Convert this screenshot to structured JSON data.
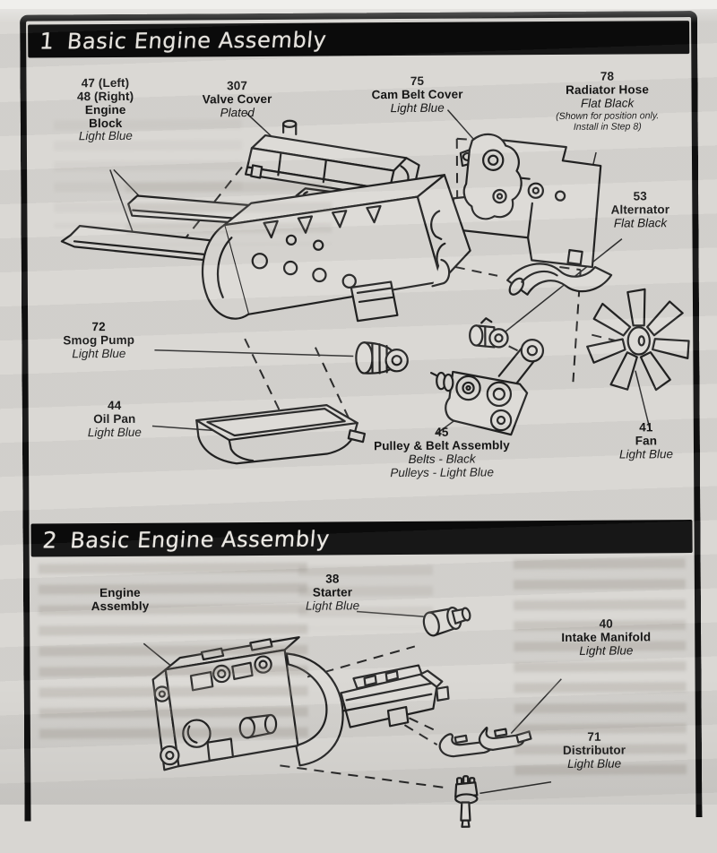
{
  "colors": {
    "paper": "#d8d6d2",
    "ink": "#1a1a1a",
    "header_bar": "#0b0b0b",
    "header_text": "#ece9e4"
  },
  "section1": {
    "number": "1",
    "title": "Basic Engine Assembly",
    "labels": {
      "engine_block": {
        "lines": [
          "47 (Left)",
          "48 (Right)",
          "Engine",
          "Block"
        ],
        "finish": [
          "Light Blue"
        ]
      },
      "valve_cover": {
        "lines": [
          "307",
          "Valve Cover"
        ],
        "finish": [
          "Plated"
        ]
      },
      "cam_belt_cover": {
        "lines": [
          "75",
          "Cam Belt Cover"
        ],
        "finish": [
          "Light Blue"
        ]
      },
      "radiator_hose": {
        "lines": [
          "78",
          "Radiator Hose"
        ],
        "finish": [
          "Flat Black"
        ],
        "note": [
          "(Shown for position only.",
          "Install in Step 8)"
        ]
      },
      "alternator": {
        "lines": [
          "53",
          "Alternator"
        ],
        "finish": [
          "Flat Black"
        ]
      },
      "smog_pump": {
        "lines": [
          "72",
          "Smog Pump"
        ],
        "finish": [
          "Light Blue"
        ]
      },
      "oil_pan": {
        "lines": [
          "44",
          "Oil Pan"
        ],
        "finish": [
          "Light Blue"
        ]
      },
      "pulley_belt_assembly": {
        "lines": [
          "45",
          "Pulley & Belt Assembly"
        ],
        "finish": [
          "Belts - Black",
          "Pulleys - Light Blue"
        ]
      },
      "fan": {
        "lines": [
          "41",
          "Fan"
        ],
        "finish": [
          "Light Blue"
        ]
      }
    }
  },
  "section2": {
    "number": "2",
    "title": "Basic Engine Assembly",
    "labels": {
      "engine_assembly": {
        "lines": [
          "Engine",
          "Assembly"
        ]
      },
      "starter": {
        "lines": [
          "38",
          "Starter"
        ],
        "finish": [
          "Light Blue"
        ]
      },
      "intake_manifold": {
        "lines": [
          "40",
          "Intake Manifold"
        ],
        "finish": [
          "Light Blue"
        ]
      },
      "distributor": {
        "lines": [
          "71",
          "Distributor"
        ],
        "finish": [
          "Light Blue"
        ]
      }
    }
  }
}
